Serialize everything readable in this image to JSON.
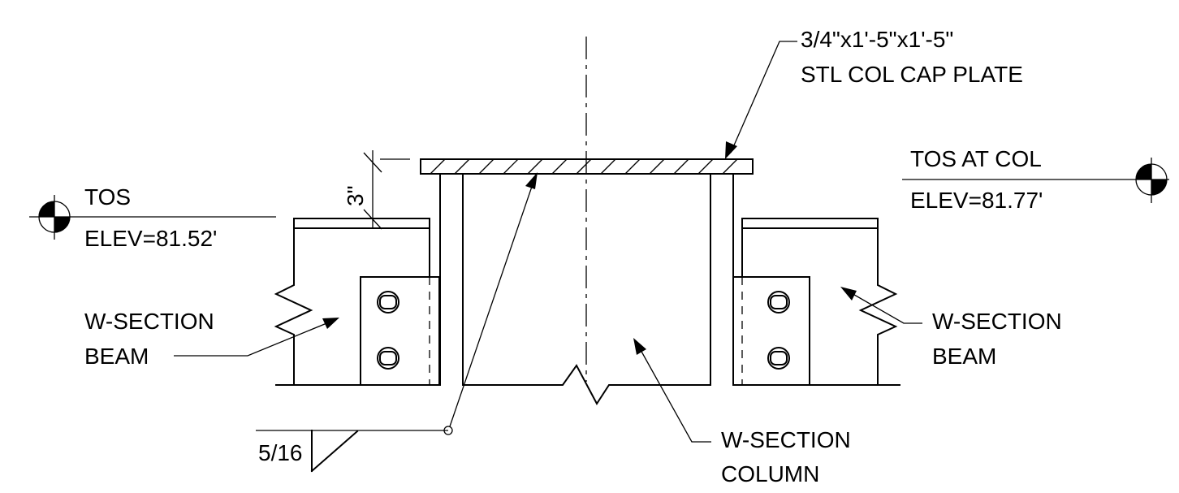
{
  "labels": {
    "cap_plate_line1": "3/4\"x1'-5\"x1'-5\"",
    "cap_plate_line2": "STL COL CAP PLATE",
    "tos_at_col": "TOS AT COL",
    "elev_right": "ELEV=81.77'",
    "tos_left": "TOS",
    "elev_left": "ELEV=81.52'",
    "dim_3in": "3\"",
    "beam_left_line1": "W-SECTION",
    "beam_left_line2": "BEAM",
    "beam_right_line1": "W-SECTION",
    "beam_right_line2": "BEAM",
    "column_line1": "W-SECTION",
    "column_line2": "COLUMN",
    "weld_size": "5/16"
  }
}
